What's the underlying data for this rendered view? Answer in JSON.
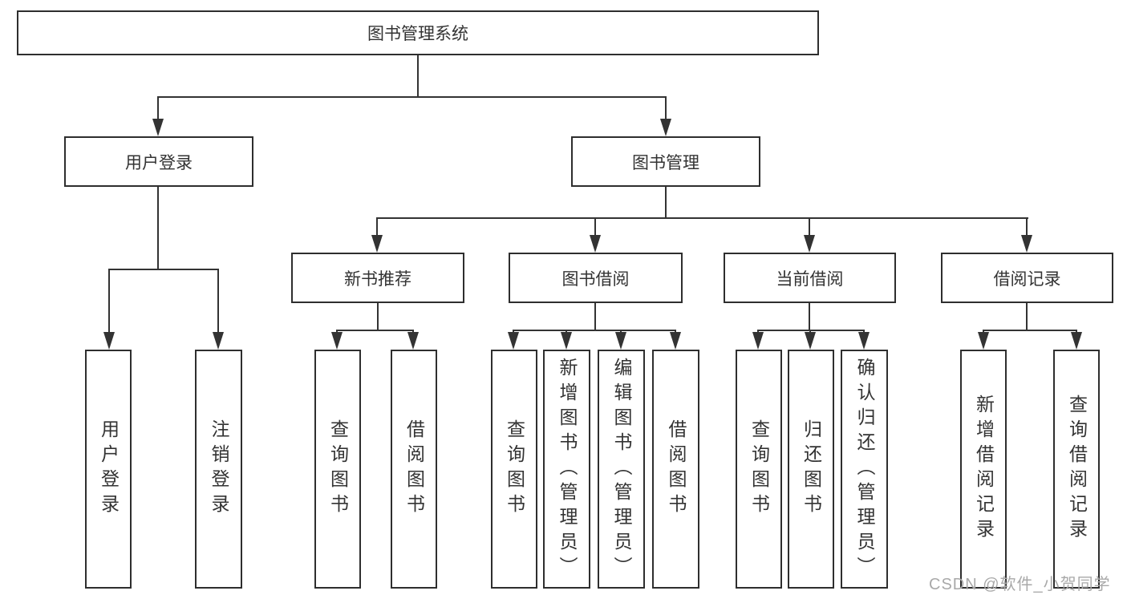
{
  "title": "图书管理系统",
  "tree": {
    "root": {
      "label": "图书管理系统"
    },
    "branches": [
      {
        "label": "用户登录",
        "children": [
          {
            "label": "用户登录"
          },
          {
            "label": "注销登录"
          }
        ]
      },
      {
        "label": "图书管理",
        "children": [
          {
            "label": "新书推荐",
            "children": [
              {
                "label": "查询图书"
              },
              {
                "label": "借阅图书"
              }
            ]
          },
          {
            "label": "图书借阅",
            "children": [
              {
                "label": "查询图书"
              },
              {
                "label": "新增图书（管理员）"
              },
              {
                "label": "编辑图书（管理员）"
              },
              {
                "label": "借阅图书"
              }
            ]
          },
          {
            "label": "当前借阅",
            "children": [
              {
                "label": "查询图书"
              },
              {
                "label": "归还图书"
              },
              {
                "label": "确认归还（管理员）"
              }
            ]
          },
          {
            "label": "借阅记录",
            "children": [
              {
                "label": "新增借阅记录"
              },
              {
                "label": "查询借阅记录"
              }
            ]
          }
        ]
      }
    ]
  },
  "watermark": "CSDN @软件_小贺同学",
  "colors": {
    "background": "#ffffff",
    "line": "#333333",
    "border": "#2e2e2e",
    "text": "#333333",
    "watermark": "#a9a9a9"
  }
}
